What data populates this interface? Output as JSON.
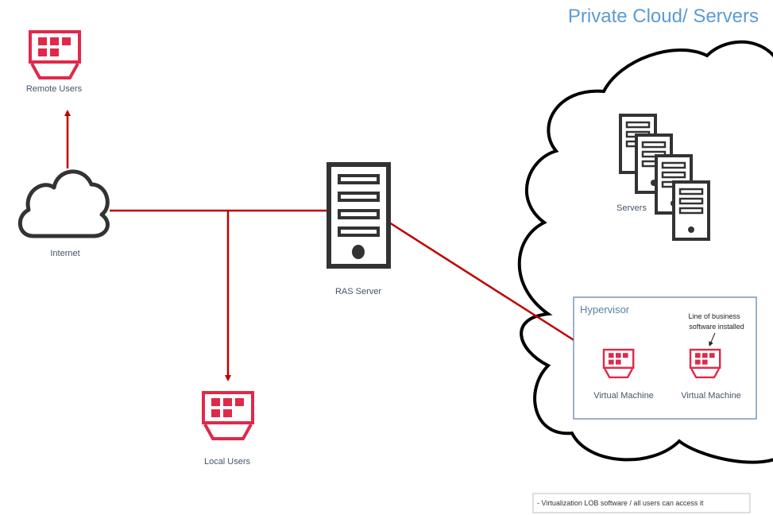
{
  "title": "Private Cloud/ Servers",
  "nodes": {
    "remote_users": "Remote Users",
    "internet": "Internet",
    "local_users": "Local Users",
    "ras_server": "RAS Server",
    "servers": "Servers",
    "hypervisor": "Hypervisor",
    "vm1": "Virtual Machine",
    "vm2": "Virtual Machine"
  },
  "annotation": {
    "line1": "Line of business",
    "line2": "software installed"
  },
  "legend": "- Virtualization LOB software / all users can access it",
  "colors": {
    "connector": "#c00000",
    "client_icon": "#e0294a",
    "server_icon": "#333333",
    "hypervisor_border": "#5b7fa6",
    "title": "#5b9bd5"
  },
  "icons": {
    "client": "client-terminal-icon",
    "cloud": "cloud-icon",
    "server": "server-tower-icon"
  }
}
